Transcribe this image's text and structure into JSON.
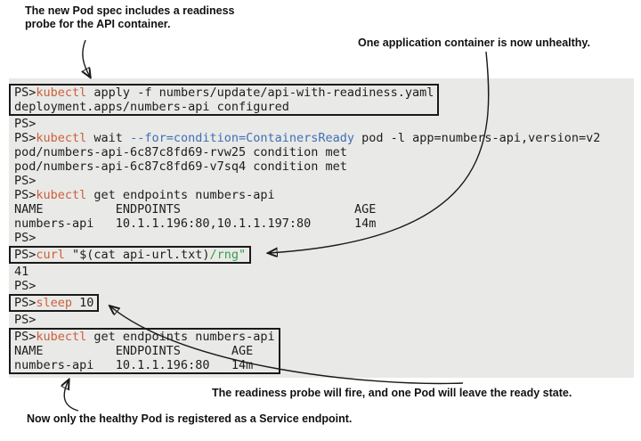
{
  "annotations": {
    "top_left": "The new Pod spec includes a readiness\nprobe for the API container.",
    "top_right": "One application container is now unhealthy.",
    "bottom_right": "The readiness probe will fire, and one Pod will leave the ready state.",
    "bottom_left": "Now only the healthy Pod is registered as a Service endpoint."
  },
  "palette": {
    "text": "#1d1d1d",
    "cmd": "#cd5f3a",
    "param": "#3f6fb5",
    "green": "#369e4b",
    "terminal_bg": "#e9e9e7",
    "box_border": "#1a1a1a"
  },
  "terminal": {
    "groups": [
      {
        "boxed": true,
        "lines": [
          [
            {
              "t": "PS>",
              "c": "text"
            },
            {
              "t": "kubectl",
              "c": "cmd"
            },
            {
              "t": " apply -f numbers/update/api-with-readiness.yaml",
              "c": "text"
            }
          ],
          [
            {
              "t": "deployment.apps/numbers-api configured",
              "c": "text"
            }
          ]
        ]
      },
      {
        "boxed": false,
        "lines": [
          [
            {
              "t": "PS>",
              "c": "text"
            }
          ],
          [
            {
              "t": "PS>",
              "c": "text"
            },
            {
              "t": "kubectl",
              "c": "cmd"
            },
            {
              "t": " wait ",
              "c": "text"
            },
            {
              "t": "--for=condition=ContainersReady",
              "c": "param"
            },
            {
              "t": " pod -l app=numbers-api,version=v2",
              "c": "text"
            }
          ],
          [
            {
              "t": "pod/numbers-api-6c87c8fd69-rvw25 condition met",
              "c": "text"
            }
          ],
          [
            {
              "t": "pod/numbers-api-6c87c8fd69-v7sq4 condition met",
              "c": "text"
            }
          ],
          [
            {
              "t": "PS>",
              "c": "text"
            }
          ],
          [
            {
              "t": "PS>",
              "c": "text"
            },
            {
              "t": "kubectl",
              "c": "cmd"
            },
            {
              "t": " get endpoints numbers-api",
              "c": "text"
            }
          ],
          [
            {
              "t": "NAME          ENDPOINTS                        AGE",
              "c": "text"
            }
          ],
          [
            {
              "t": "numbers-api   10.1.1.196:80,10.1.1.197:80      14m",
              "c": "text"
            }
          ],
          [
            {
              "t": "PS>",
              "c": "text"
            }
          ]
        ]
      },
      {
        "boxed": true,
        "lines": [
          [
            {
              "t": "PS>",
              "c": "text"
            },
            {
              "t": "curl",
              "c": "cmd"
            },
            {
              "t": " \"$(cat api-url.txt)",
              "c": "text"
            },
            {
              "t": "/rng\"",
              "c": "green"
            }
          ]
        ]
      },
      {
        "boxed": false,
        "lines": [
          [
            {
              "t": "41",
              "c": "text"
            }
          ],
          [
            {
              "t": "PS>",
              "c": "text"
            }
          ]
        ]
      },
      {
        "boxed": true,
        "lines": [
          [
            {
              "t": "PS>",
              "c": "text"
            },
            {
              "t": "sleep",
              "c": "cmd"
            },
            {
              "t": " 10",
              "c": "text"
            }
          ]
        ]
      },
      {
        "boxed": false,
        "lines": [
          [
            {
              "t": "PS>",
              "c": "text"
            }
          ]
        ]
      },
      {
        "boxed": true,
        "lines": [
          [
            {
              "t": "PS>",
              "c": "text"
            },
            {
              "t": "kubectl",
              "c": "cmd"
            },
            {
              "t": " get endpoints numbers-api",
              "c": "text"
            }
          ],
          [
            {
              "t": "NAME          ENDPOINTS       AGE",
              "c": "text"
            }
          ],
          [
            {
              "t": "numbers-api   10.1.1.196:80   14m",
              "c": "text"
            }
          ]
        ]
      }
    ]
  }
}
